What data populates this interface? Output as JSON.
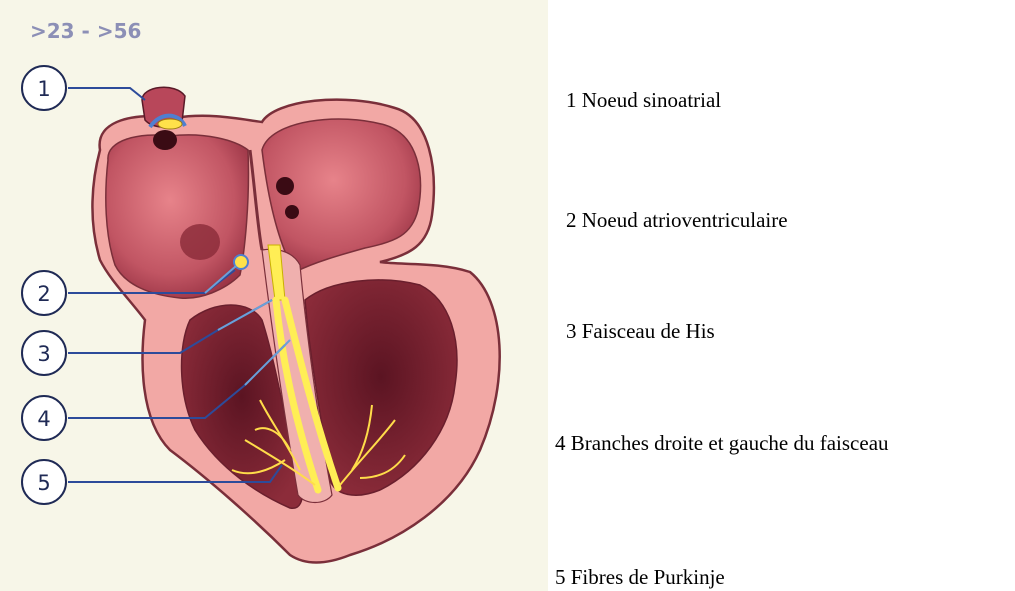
{
  "figure": {
    "range_label": ">23 - >56",
    "callouts": [
      "1",
      "2",
      "3",
      "4",
      "5"
    ],
    "colors": {
      "background": "#f7f6e8",
      "outer_tissue": "#f2a8a5",
      "muscle": "#b34a55",
      "cavity": "#7a1c2a",
      "conduction": "#ffee55",
      "callout_line": "#2d4b9a",
      "pointer_line": "#6aa0d8"
    }
  },
  "captions": [
    "1 Noeud sinoatrial",
    "2 Noeud atrioventriculaire",
    "3 Faisceau de His",
    "4 Branches droite et gauche du faisceau",
    "5 Fibres de Purkinje"
  ]
}
